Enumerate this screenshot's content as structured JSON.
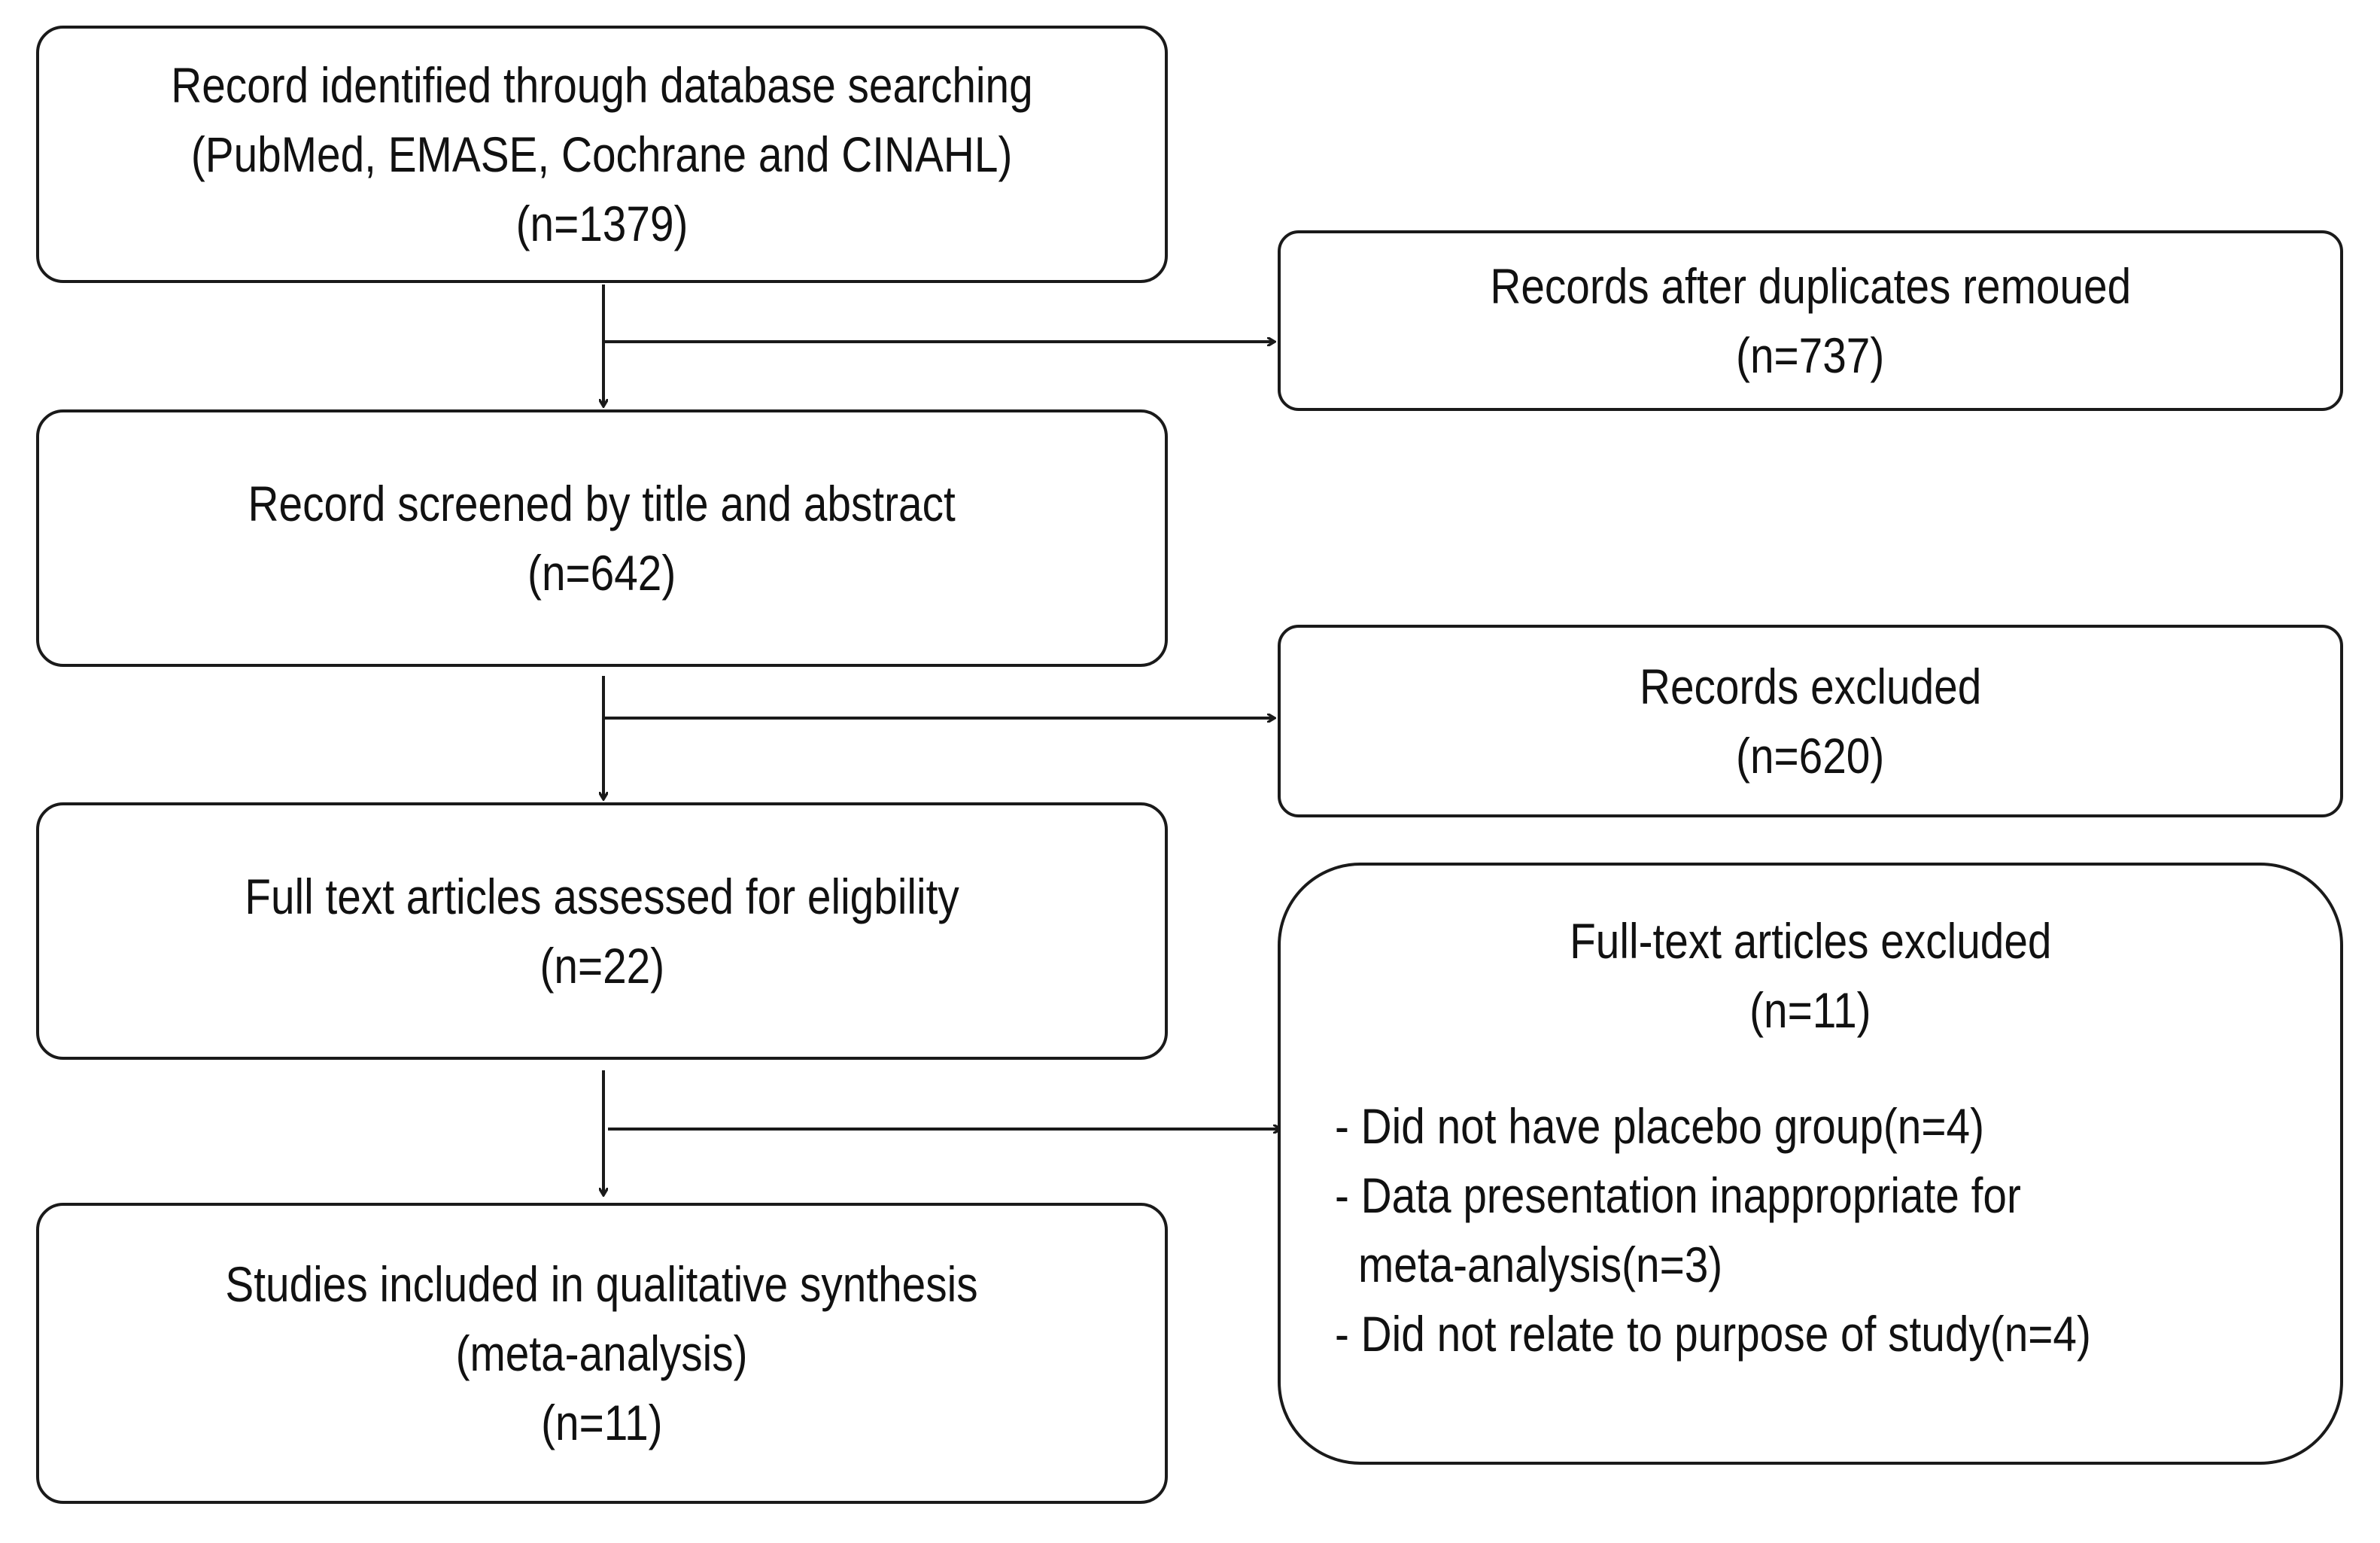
{
  "flow_boxes": {
    "identified": {
      "lines": [
        "Record identified through database searching",
        "(PubMed, EMASE, Cochrane and CINAHL)",
        "(n=1379)"
      ]
    },
    "duplicates_removed": {
      "lines": [
        "Records after duplicates remoued",
        "(n=737)"
      ]
    },
    "screened": {
      "lines": [
        "Record screened by title and abstract",
        "(n=642)"
      ]
    },
    "records_excluded": {
      "lines": [
        "Records excluded",
        "(n=620)"
      ]
    },
    "full_text_assessed": {
      "lines": [
        "Full text articles assessed for eligbility",
        "(n=22)"
      ]
    },
    "full_text_excluded": {
      "title": "Full-text articles excluded",
      "count": "(n=11)",
      "reasons": [
        "- Did not have placebo group(n=4)",
        "- Data presentation inappropriate for",
        "meta-analysis(n=3)",
        "- Did not relate to purpose of study(n=4)"
      ]
    },
    "included": {
      "lines": [
        "Studies included in qualitative synthesis",
        "(meta-analysis)",
        "(n=11)"
      ]
    }
  },
  "colors": {
    "stroke": "#1a1a1a",
    "text": "#111111",
    "background": "#ffffff"
  }
}
